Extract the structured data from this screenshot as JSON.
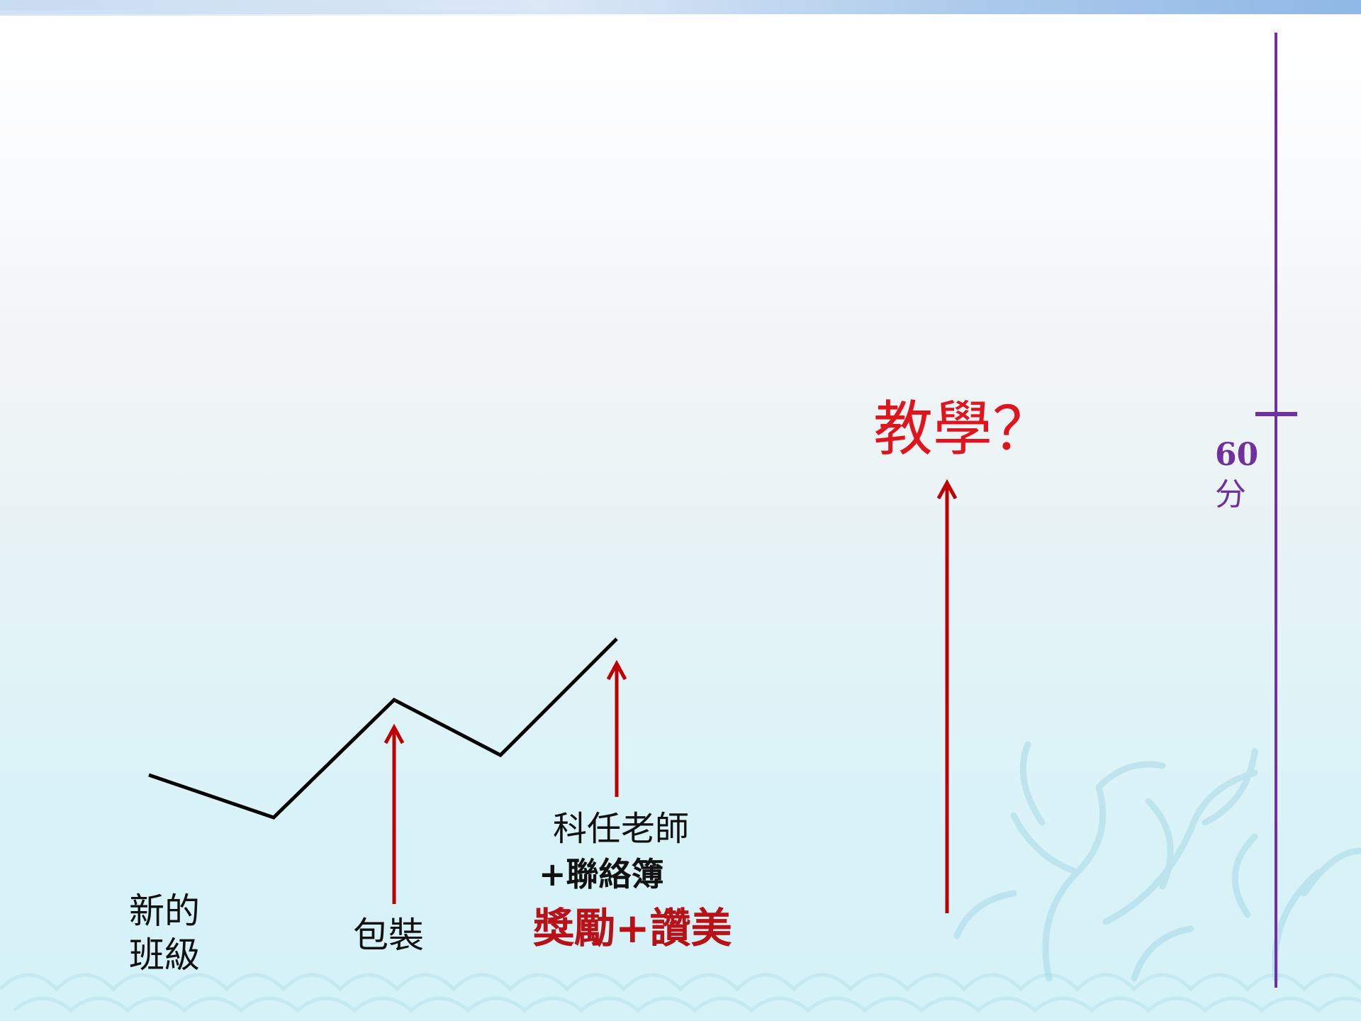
{
  "labels": {
    "new_class_line1": "新的",
    "new_class_line2": "班級",
    "packaging": "包裝",
    "subject_teacher": "科任老師",
    "contact_book": "+聯絡簿",
    "reward_praise": "獎勵+讚美",
    "teaching_question": "教學？",
    "score_value": "60",
    "score_unit": "分"
  },
  "colors": {
    "trend_line": "#000000",
    "arrow": "#c00000",
    "highlight_text": "#e0141c",
    "scale": "#7030a0",
    "background_top": "#ffffff",
    "background_bottom": "#d4f2f8"
  }
}
